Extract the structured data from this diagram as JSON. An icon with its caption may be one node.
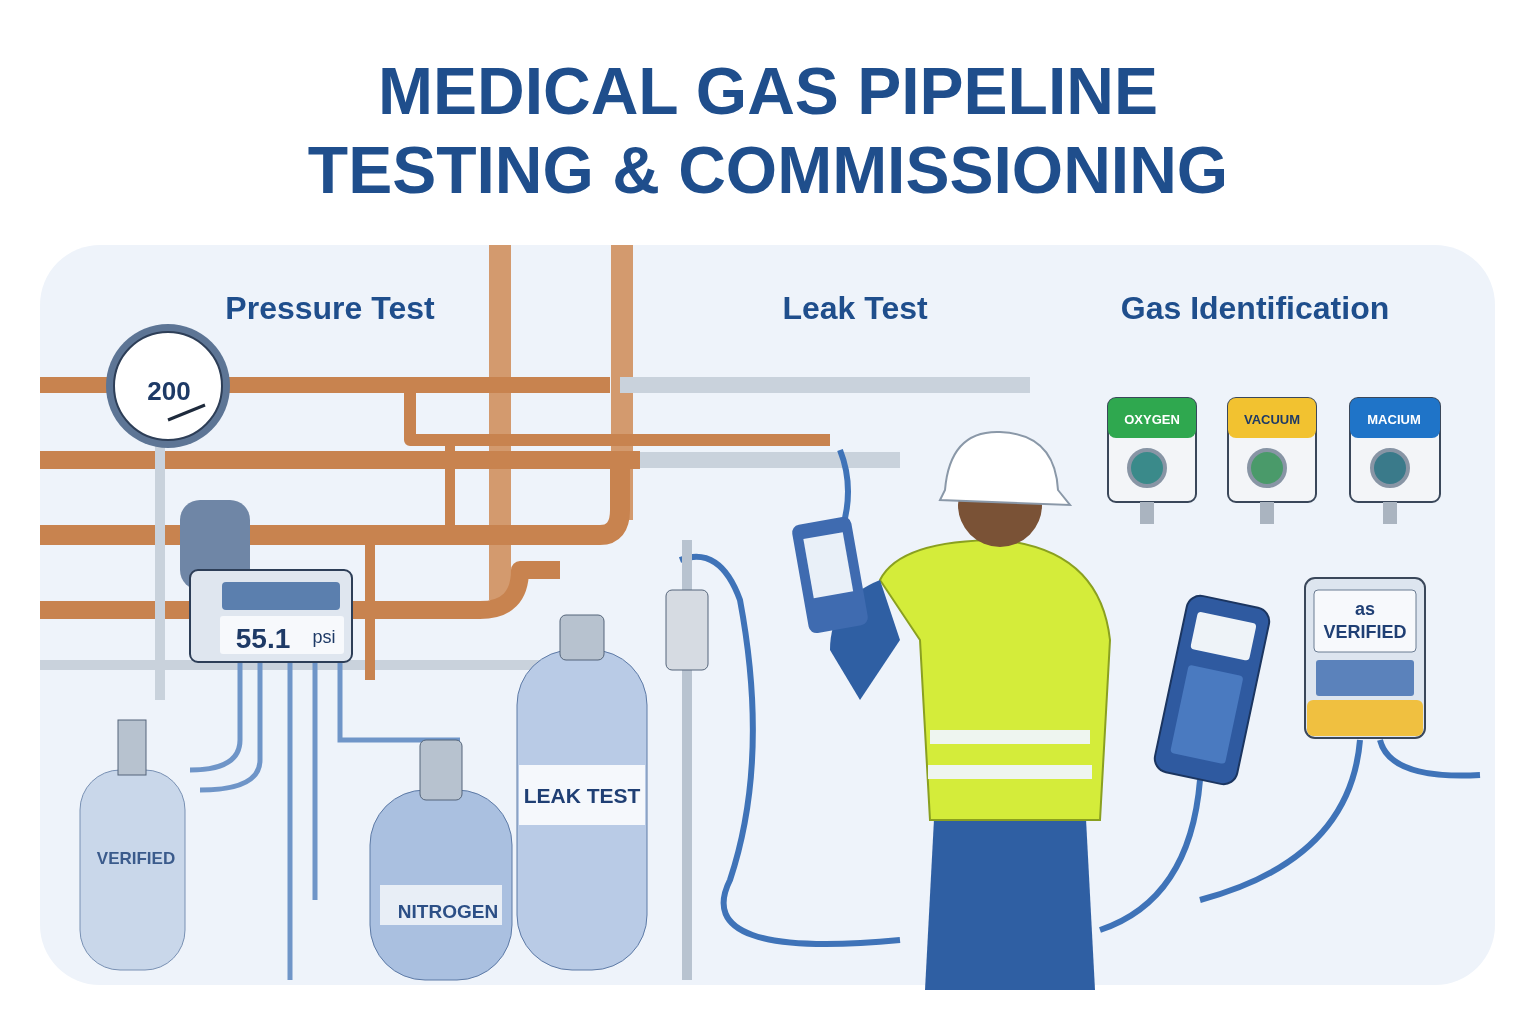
{
  "diagram": {
    "title": "MEDICAL GAS PIPELINE TESTING & COMMISSIONING",
    "labels": [
      "Pressure Test",
      "Leak Test",
      "Gas Identification",
      "200",
      "55.1",
      "psi",
      "VERIFIED",
      "NITROGEN",
      "LEAK TEST",
      "OXYGEN",
      "VACUUM",
      "MACIUM",
      "as VERIFIED"
    ]
  }
}
